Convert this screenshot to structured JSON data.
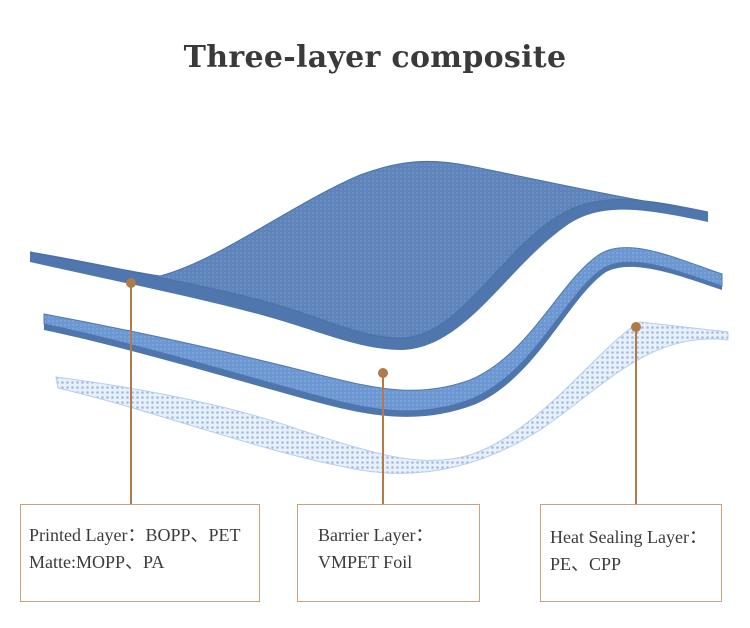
{
  "title": "Three-layer composite",
  "colors": {
    "top_layer": "#5a80b6",
    "middle_layer": "#6a95cf",
    "bottom_mesh": "#a9c3e8",
    "pointer": "#b07a4a",
    "box_border": "#c9a27e"
  },
  "layers": [
    {
      "lines": [
        "Printed Layer：BOPP、PET",
        "Matte:MOPP、PA"
      ]
    },
    {
      "lines": [
        "Barrier Layer：",
        "VMPET Foil"
      ]
    },
    {
      "lines": [
        "Heat Sealing Layer：",
        "PE、CPP"
      ]
    }
  ]
}
